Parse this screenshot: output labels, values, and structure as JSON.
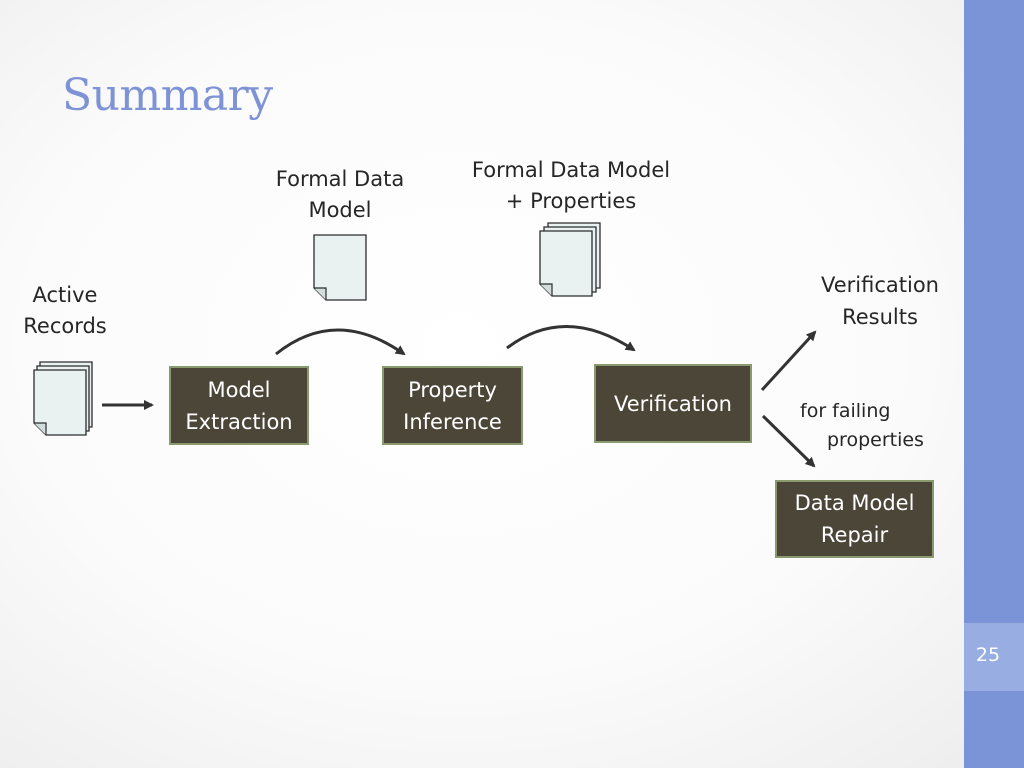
{
  "slide": {
    "title": "Summary",
    "page_number": "25"
  },
  "labels": {
    "active_records": "Active\nRecords",
    "formal_data_model": "Formal Data\nModel",
    "formal_data_model_props": "Formal Data Model\n+ Properties",
    "verification_results": "Verification\nResults",
    "for_failing": "for failing",
    "properties": "properties"
  },
  "boxes": {
    "model_extraction": "Model\nExtraction",
    "property_inference": "Property\nInference",
    "verification": "Verification",
    "data_model_repair": "Data Model\nRepair"
  },
  "colors": {
    "accent": "#7b93d7",
    "title": "#7e92d6",
    "box_fill": "#4b4637",
    "box_border": "#8a9a6e",
    "doc_fill": "#eaf1f1",
    "arrow": "#333333"
  }
}
